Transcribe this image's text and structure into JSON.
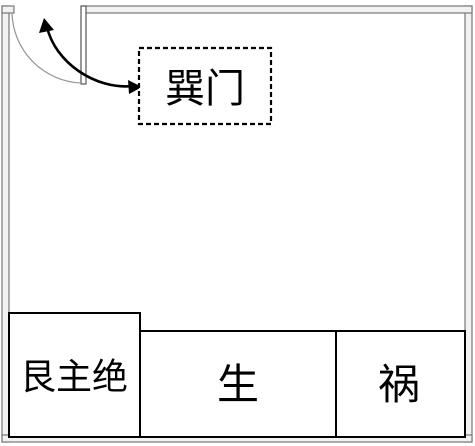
{
  "door_label": "巽门",
  "rooms": [
    {
      "id": "left",
      "label": "艮主绝"
    },
    {
      "id": "middle",
      "label": "生"
    },
    {
      "id": "right",
      "label": "祸"
    }
  ],
  "colors": {
    "wall_fill": "#f2f2f2",
    "wall_stroke": "#777777",
    "line": "#000000",
    "door_arc": "#999999"
  }
}
